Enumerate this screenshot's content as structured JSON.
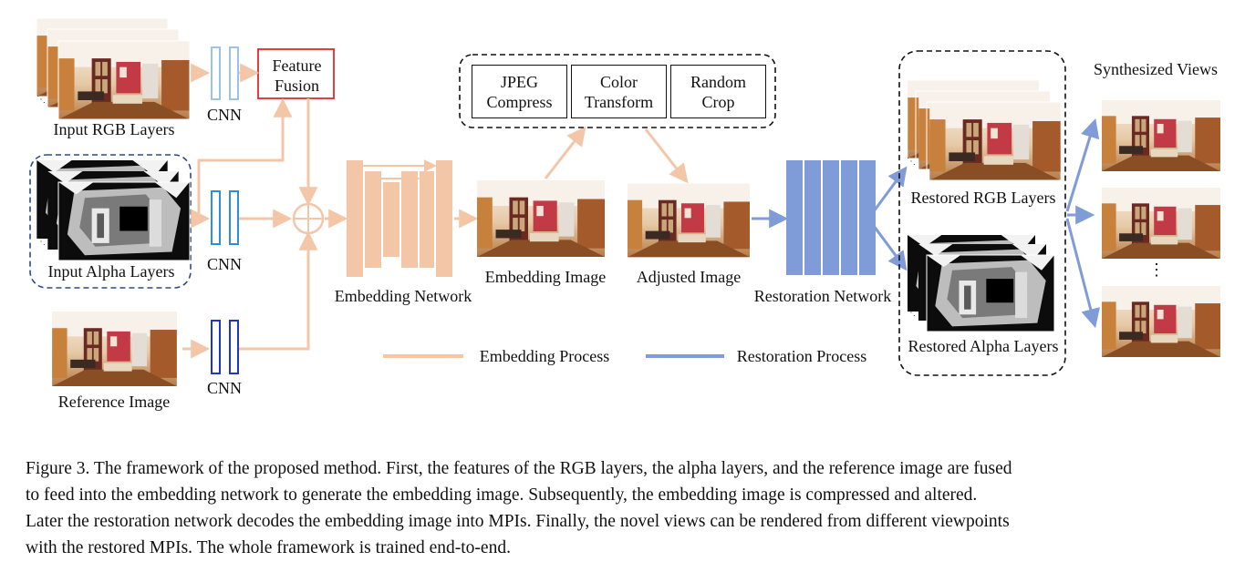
{
  "inputs": {
    "rgb_label": "Input RGB Layers",
    "alpha_label": "Input Alpha Layers",
    "reference_label": "Reference Image",
    "cnn_label": "CNN",
    "fusion_label_1": "Feature",
    "fusion_label_2": "Fusion"
  },
  "embedding": {
    "network_label": "Embedding Network",
    "image_label": "Embedding Image",
    "adjusted_label": "Adjusted Image"
  },
  "attacks": [
    {
      "line1": "JPEG",
      "line2": "Compress"
    },
    {
      "line1": "Color",
      "line2": "Transform"
    },
    {
      "line1": "Random",
      "line2": "Crop"
    }
  ],
  "restoration": {
    "network_label": "Restoration Network",
    "rgb_label": "Restored RGB Layers",
    "alpha_label": "Restored Alpha Layers"
  },
  "outputs": {
    "title": "Synthesized Views",
    "ellipsis": "⋮"
  },
  "legend": {
    "embedding": "Embedding Process",
    "restoration": "Restoration Process"
  },
  "colors": {
    "embedding": "#f4c6a8",
    "restoration": "#7f9cd9",
    "fusion_border": "#e0282b",
    "cnn_light": "#9cc3e6",
    "cnn_mid": "#2e8fd6",
    "cnn_dark": "#1f35c8",
    "dashed_blue": "#2d4a86"
  },
  "caption": [
    "Figure 3. The framework of the proposed method. First, the features of the RGB layers, the alpha layers, and the reference image are fused",
    "to feed into the embedding network to generate the embedding image.  Subsequently, the embedding image is compressed and altered.",
    "Later the restoration network decodes the embedding image into MPIs. Finally, the novel views can be rendered from different viewpoints",
    "with the restored MPIs. The whole framework is trained end-to-end."
  ]
}
